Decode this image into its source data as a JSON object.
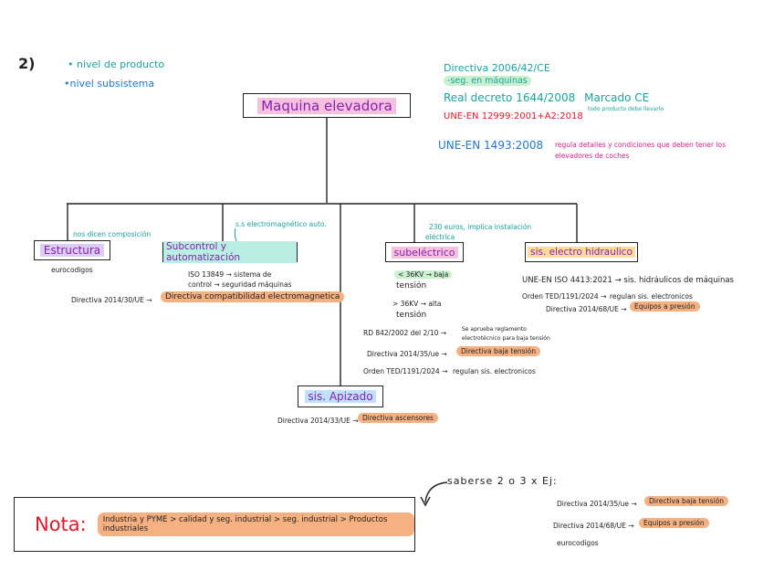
{
  "section_number": "2)",
  "legend": {
    "product": "nivel de producto",
    "subsystem": "nivel subsistema"
  },
  "top_right": {
    "directiva": "Directiva 2006/42/CE",
    "seg_maquinas": "-seg. en máquinas",
    "real_decreto": "Real decreto 1644/2008",
    "marcado_ce": "Marcado CE",
    "marcado_note": "todo producto debe llevarlo",
    "une_en_12999": "UNE-EN 12999:2001+A2:2018",
    "une_en_1493": "UNE-EN 1493:2008",
    "une_en_1493_note_1": "regula detalles y condiciones que deben tener los",
    "une_en_1493_note_2": "elevadores de coches"
  },
  "root": {
    "label": "Maquina elevadora"
  },
  "nodes": {
    "estructura": {
      "label": "Estructura",
      "annotation": "nos dicen composición",
      "details": [
        "eurocodigos"
      ]
    },
    "subcontrol": {
      "label": "Subcontrol y automatización",
      "annotation": "s.s electromagnético auto.",
      "iso_1": "ISO 13849 → sistema de",
      "iso_2": "control → seguridad máquinas",
      "directiva_left": "Directiva 2014/30/UE →",
      "directiva_right": "Directiva compatibilidad electromagnetica"
    },
    "subelectrico": {
      "label": "subeléctrico",
      "annotation_1": "230 euros, implica instalación",
      "annotation_2": "eléctrica",
      "baja_1": "< 36KV → baja",
      "baja_2": "tensión",
      "alta_1": "> 36KV → alta",
      "alta_2": "tensión",
      "rd_left": "RD 842/2002 del 2/10 →",
      "rd_right_1": "Se aprueba reglamento",
      "rd_right_2": "electrotécnico para baja tensión",
      "dir_left": "Directiva 2014/35/ue →",
      "dir_right": "Directiva baja tensión",
      "orden_left": "Orden TED/1191/2024 →",
      "orden_right": "regulan sis. electronicos"
    },
    "hidraulico": {
      "label": "sis. electro hidraulico",
      "une": "UNE-EN ISO 4413:2021 → sis. hidráulicos de máquinas",
      "orden_left": "Orden TED/1191/2024 →",
      "orden_right": "regulan sis. electronicos",
      "dir_left": "Directiva 2014/68/UE →",
      "dir_right": "Equipos a presión"
    },
    "apizado": {
      "label": "sis. Apizado",
      "dir_left": "Directiva 2014/33/UE →",
      "dir_right": "Directiva ascensores"
    }
  },
  "nota": {
    "label": "Nota:",
    "text": "Industria y PYME > calidad y seg. industrial > seg. industrial > Productos industriales"
  },
  "saberse": {
    "label": "saberse 2 o 3 x Ej:",
    "row1_left": "Directiva 2014/35/ue →",
    "row1_right": "Directiva baja tensión",
    "row2_left": "Directiva 2014/68/UE →",
    "row2_right": "Equipos a presión",
    "row3": "eurocodigos"
  },
  "colors": {
    "purple": "#8a1fb0",
    "blue": "#1f77d0",
    "teal": "#1aa3a0",
    "red": "#e0182a",
    "orange_hl": "#f6b183",
    "green_hl": "#c9f0cf",
    "pink_text": "#d61f8c"
  }
}
